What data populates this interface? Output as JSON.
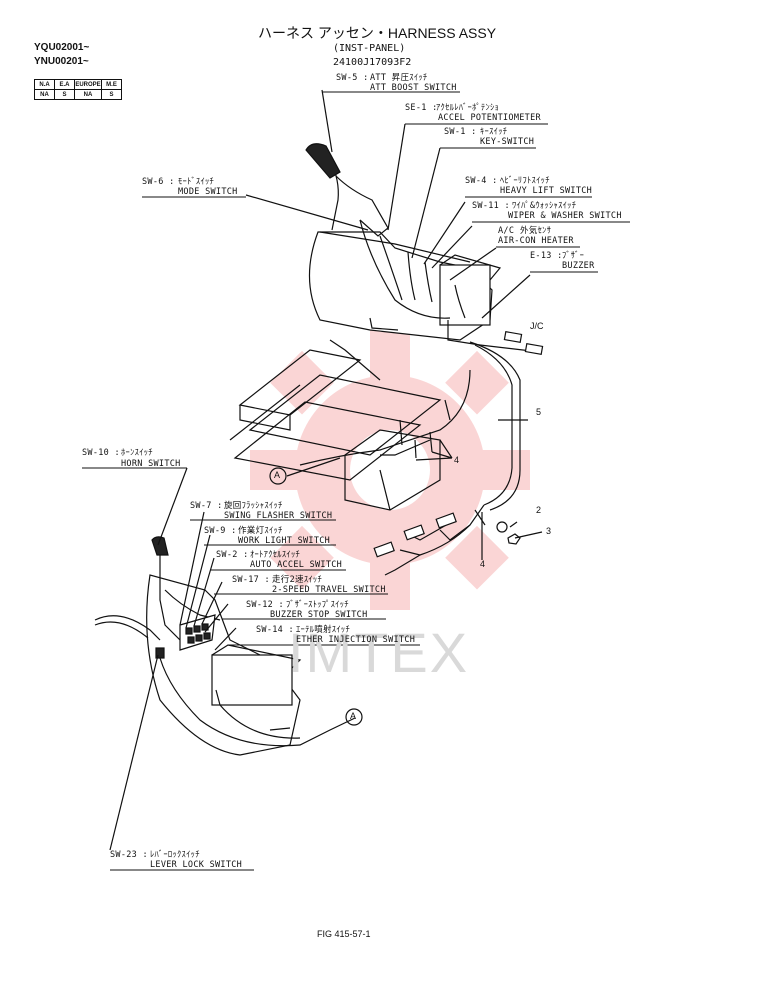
{
  "header": {
    "title": "ハーネス アッセン・HARNESS ASSY",
    "subtitle": "(INST-PANEL)",
    "part_number": "24100J17093F2"
  },
  "serials": [
    "YQU02001~",
    "YNU00201~"
  ],
  "region_table": {
    "headers": [
      "N.A",
      "E.A",
      "EUROPE",
      "M.E"
    ],
    "values": [
      "NA",
      "S",
      "NA",
      "S"
    ]
  },
  "labels": [
    {
      "code": "SW-5 :",
      "jp": "ATT 昇圧ｽｲｯﾁ",
      "en": "ATT BOOST SWITCH"
    },
    {
      "code": "SE-1 :",
      "jp": "ｱｸｾﾙﾚﾊﾞｰﾎﾟﾃﾝｼｮ",
      "en": "ACCEL POTENTIOMETER"
    },
    {
      "code": "SW-1 :",
      "jp": "ｷｰｽｲｯﾁ",
      "en": "KEY-SWITCH"
    },
    {
      "code": "SW-6 :",
      "jp": "ﾓｰﾄﾞｽｲｯﾁ",
      "en": "MODE SWITCH"
    },
    {
      "code": "SW-4 :",
      "jp": "ﾍﾋﾞｰﾘﾌﾄｽｲｯﾁ",
      "en": "HEAVY LIFT SWITCH"
    },
    {
      "code": "SW-11 :",
      "jp": "ﾜｲﾊﾟ&ｳｫｯｼｬｽｲｯﾁ",
      "en": "WIPER & WASHER SWITCH"
    },
    {
      "code": "A/C",
      "jp": "外気ｾﾝｻ",
      "en": "AIR-CON HEATER"
    },
    {
      "code": "E-13 :",
      "jp": "ﾌﾞｻﾞｰ",
      "en": "BUZZER"
    },
    {
      "code": "SW-10 :",
      "jp": "ﾎｰﾝｽｲｯﾁ",
      "en": "HORN SWITCH"
    },
    {
      "code": "SW-7 :",
      "jp": "旋回ﾌﾗｯｼｬｽｲｯﾁ",
      "en": "SWING FLASHER SWITCH"
    },
    {
      "code": "SW-9 :",
      "jp": "作業灯ｽｲｯﾁ",
      "en": "WORK LIGHT SWITCH"
    },
    {
      "code": "SW-2 :",
      "jp": "ｵｰﾄｱｸｾﾙｽｲｯﾁ",
      "en": "AUTO ACCEL SWITCH"
    },
    {
      "code": "SW-17 :",
      "jp": "走行2速ｽｲｯﾁ",
      "en": "2-SPEED TRAVEL SWITCH"
    },
    {
      "code": "SW-12 :",
      "jp": "ﾌﾞｻﾞｰｽﾄｯﾌﾟｽｲｯﾁ",
      "en": "BUZZER STOP SWITCH"
    },
    {
      "code": "SW-14 :",
      "jp": "ｴｰﾃﾙ噴射ｽｲｯﾁ",
      "en": "ETHER INJECTION SWITCH"
    },
    {
      "code": "SW-23 :",
      "jp": "ﾚﾊﾞｰﾛｯｸｽｲｯﾁ",
      "en": "LEVER LOCK SWITCH"
    }
  ],
  "callouts": {
    "jc": "J/C",
    "n2": "2",
    "n3": "3",
    "n4a": "4",
    "n4b": "4",
    "n5": "5",
    "ref_a": "A"
  },
  "watermark": "IMTEX",
  "figure": "FIG 415-57-1",
  "colors": {
    "ink": "#111111",
    "watermark_red": "#f4a3a3",
    "watermark_gray": "#d9d9d9"
  }
}
